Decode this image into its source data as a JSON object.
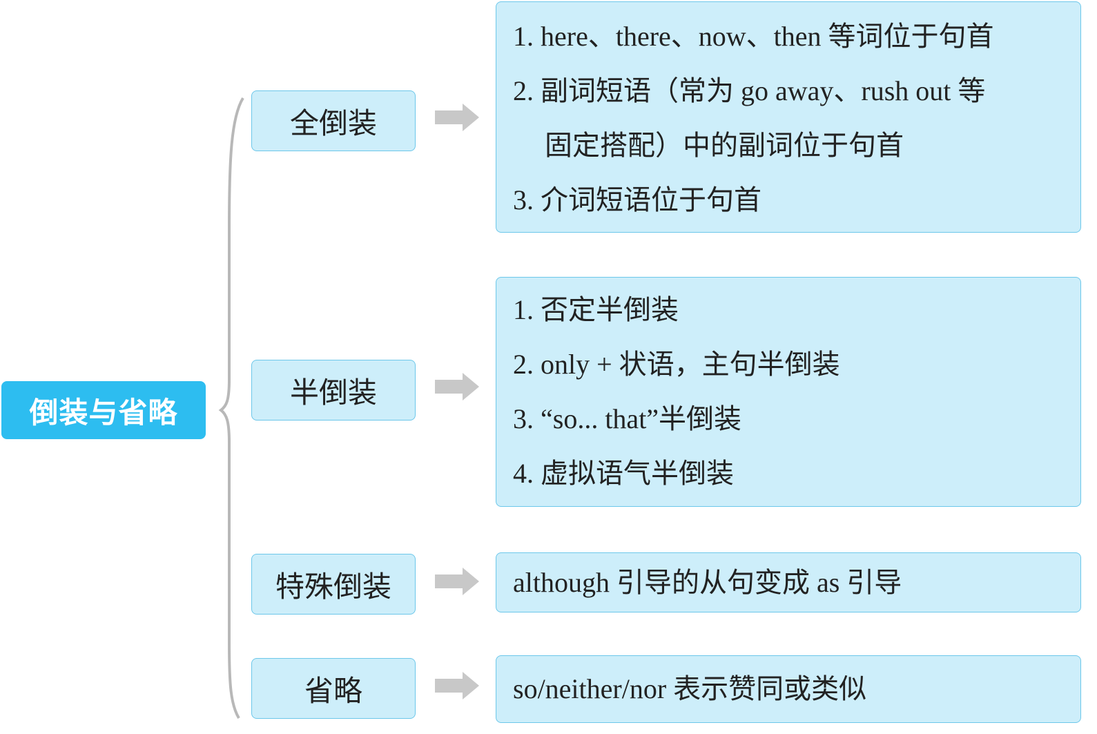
{
  "root": {
    "label": "倒装与省略"
  },
  "categories": [
    {
      "label": "全倒装",
      "details": [
        "1. here、there、now、then 等词位于句首",
        "2. 副词短语（常为 go away、rush out 等",
        "固定搭配）中的副词位于句首",
        "3. 介词短语位于句首"
      ]
    },
    {
      "label": "半倒装",
      "details": [
        "1. 否定半倒装",
        "2. only + 状语，主句半倒装",
        "3. “so... that”半倒装",
        "4. 虚拟语气半倒装"
      ]
    },
    {
      "label": "特殊倒装",
      "details": [
        "although 引导的从句变成 as 引导"
      ]
    },
    {
      "label": "省略",
      "details": [
        "so/neither/nor 表示赞同或类似"
      ]
    }
  ],
  "colors": {
    "root": "#2dbdf0",
    "box_fill": "#cdeefa",
    "box_border": "#6cc7ea",
    "arrow": "#c8c8c8",
    "brace": "#b8b8b8"
  }
}
